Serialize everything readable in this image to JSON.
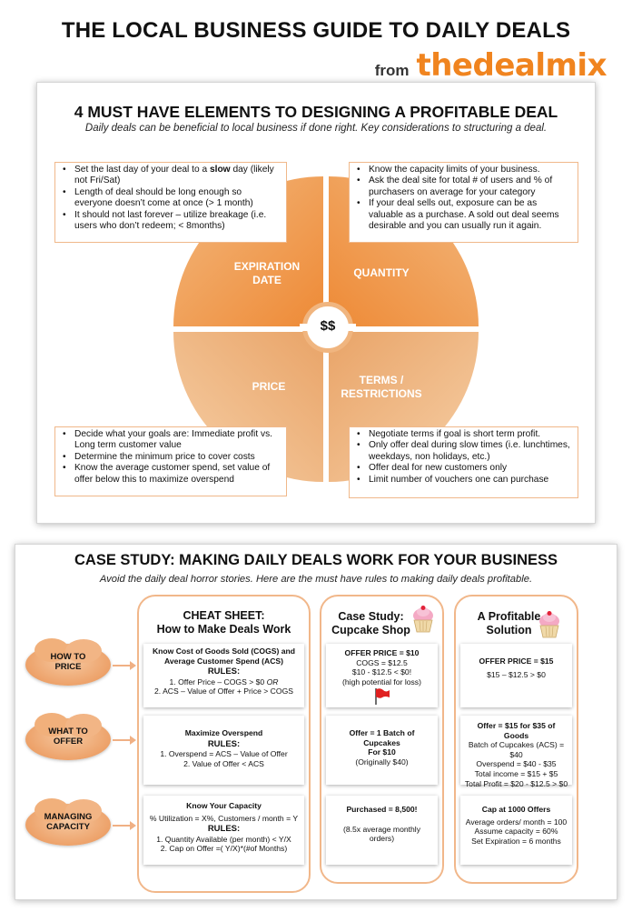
{
  "header": {
    "title": "THE LOCAL BUSINESS GUIDE TO DAILY DEALS",
    "from": "from",
    "brand": "thedealmix"
  },
  "section1": {
    "title": "4 MUST HAVE ELEMENTS TO DESIGNING A PROFITABLE DEAL",
    "subtitle": "Daily deals can be beneficial to local business if done right. Key considerations to structuring a deal.",
    "center": "$$",
    "quadrants": {
      "expiration": "EXPIRATION DATE",
      "quantity": "QUANTITY",
      "price": "PRICE",
      "terms": "TERMS / RESTRICTIONS"
    },
    "notes": {
      "expiration": {
        "b1_pre": "Set the last day of your deal to a ",
        "b1_bold": "slow",
        "b1_post": " day (likely not Fri/Sat)",
        "b2": " Length of deal should be long enough so everyone doesn’t come at once (> 1 month)",
        "b3": "It should not last forever – utilize breakage (i.e. users who don’t redeem; < 8months)"
      },
      "quantity": {
        "b1": "Know the capacity limits of your business.",
        "b2": "Ask the deal site for total # of users and % of purchasers on average for your category",
        "b3": "If your deal sells out, exposure can be as valuable as a purchase. A sold out deal seems desirable and you can usually run it again."
      },
      "price": {
        "b1": "Decide what your goals are: Immediate profit vs. Long term customer value",
        "b2": "Determine the minimum price to cover costs",
        "b3": "Know the average customer spend, set value of offer below this to maximize overspend"
      },
      "terms": {
        "b1": "Negotiate terms if goal is short term profit.",
        "b2": " Only offer deal during slow times (i.e. lunchtimes, weekdays, non holidays, etc.)",
        "b3": "Offer deal for new customers only",
        "b4": "Limit number of vouchers one can purchase"
      }
    }
  },
  "section2": {
    "title": "CASE STUDY: MAKING DAILY DEALS WORK FOR YOUR BUSINESS",
    "subtitle": "Avoid the daily deal horror stories. Here are the must have rules to making daily deals profitable.",
    "clouds": {
      "price": [
        "HOW TO",
        "PRICE"
      ],
      "offer": [
        "WHAT TO",
        "OFFER"
      ],
      "capacity": [
        "MANAGING",
        "CAPACITY"
      ]
    },
    "cheat": {
      "title1": "CHEAT SHEET:",
      "title2": "How to Make Deals Work",
      "c1_head": "Know Cost of Goods Sold (COGS) and Average Customer Spend (ACS)",
      "c1_rules": "RULES:",
      "c1_r1_a": "1. Offer Price – COGS > $0 ",
      "c1_r1_b": " OR",
      "c1_r2": "2. ACS – Value of Offer  + Price > COGS",
      "c2_head": "Maximize Overspend",
      "c2_rules": "RULES:",
      "c2_r1": "1. Overspend = ACS – Value of Offer",
      "c2_r2": "2. Value of Offer < ACS",
      "c3_head": "Know Your Capacity",
      "c3_sub": "% Utilization = X%, Customers / month = Y",
      "c3_rules": "RULES:",
      "c3_r1": "1. Quantity Available (per month) < Y/X",
      "c3_r2": "2. Cap on Offer =( Y/X)*(#of Months)"
    },
    "case": {
      "title1": "Case Study:",
      "title2": "Cupcake Shop",
      "c1_head": "OFFER PRICE = $10",
      "c1_l1": "COGS = $12.5",
      "c1_l2": "$10 - $12.5 < $0!",
      "c1_l3": "(high potential for loss)",
      "c2_head1": "Offer = 1 Batch of",
      "c2_head2": "Cupcakes",
      "c2_head3": "For $10",
      "c2_l1": "(Originally $40)",
      "c3_head": "Purchased = 8,500!",
      "c3_l1": "(8.5x average monthly",
      "c3_l2": "orders)"
    },
    "solution": {
      "title1": "A Profitable",
      "title2": "Solution",
      "c1_head": "OFFER PRICE = $15",
      "c1_l1": "$15 – $12.5 > $0",
      "c2_head": "Offer = $15 for $35 of Goods",
      "c2_l1": "Batch of Cupcakes (ACS) =",
      "c2_l2": "$40",
      "c2_l3": "Overspend = $40 - $35",
      "c2_l4": "Total income = $15 + $5",
      "c2_l5": "Total Profit = $20 - $12.5 > $0",
      "c3_head": "Cap at 1000 Offers",
      "c3_l1": "Average orders/ month = 100",
      "c3_l2": "Assume capacity = 60%",
      "c3_l3": "Set Expiration = 6 months"
    }
  },
  "colors": {
    "orange": "#ee8a36",
    "light_orange": "#f3b87e",
    "border": "#f1b78a",
    "flag_red": "#e02020"
  }
}
